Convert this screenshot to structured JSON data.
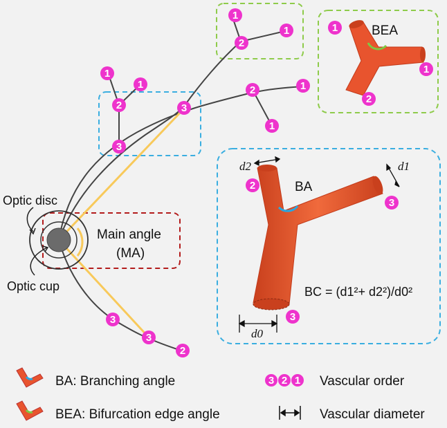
{
  "labels": {
    "bea": "BEA",
    "ba": "BA",
    "optic_disc": "Optic disc",
    "optic_cup": "Optic cup",
    "main_angle_line1": "Main angle",
    "main_angle_line2": "(MA)",
    "bc_formula": "BC = (d1²+ d2²)/d0²",
    "d0": "d0",
    "d1": "d1",
    "d2": "d2"
  },
  "legend": {
    "ba": "BA: Branching angle",
    "bea": "BEA: Bifurcation edge angle",
    "order": "Vascular order",
    "diameter": "Vascular diameter",
    "order_badges": [
      "3",
      "2",
      "1"
    ]
  },
  "badges": {
    "top_green_1a": "1",
    "top_green_1b": "1",
    "top_green_2": "2",
    "left_blue_1a": "1",
    "left_blue_1b": "1",
    "left_blue_2": "2",
    "left_blue_3": "3",
    "main_3": "3",
    "right_2": "2",
    "right_1a": "1",
    "right_1b": "1",
    "lower_3a": "3",
    "lower_3b": "3",
    "lower_2": "2",
    "bea_1a": "1",
    "bea_1b": "1",
    "bea_2": "2",
    "ba_2": "2",
    "ba_3a": "3",
    "ba_3b": "3"
  },
  "colors": {
    "vessel": "#e8542e",
    "vessel_dark": "#c23a1a",
    "badge": "#ee33cc",
    "green_box": "#8ecb4a",
    "blue_box": "#3aaee0",
    "red_box": "#b31b1b",
    "yellow": "#f8c95a",
    "ba_arc": "#2aa7e0",
    "bea_arc": "#7ec843"
  }
}
